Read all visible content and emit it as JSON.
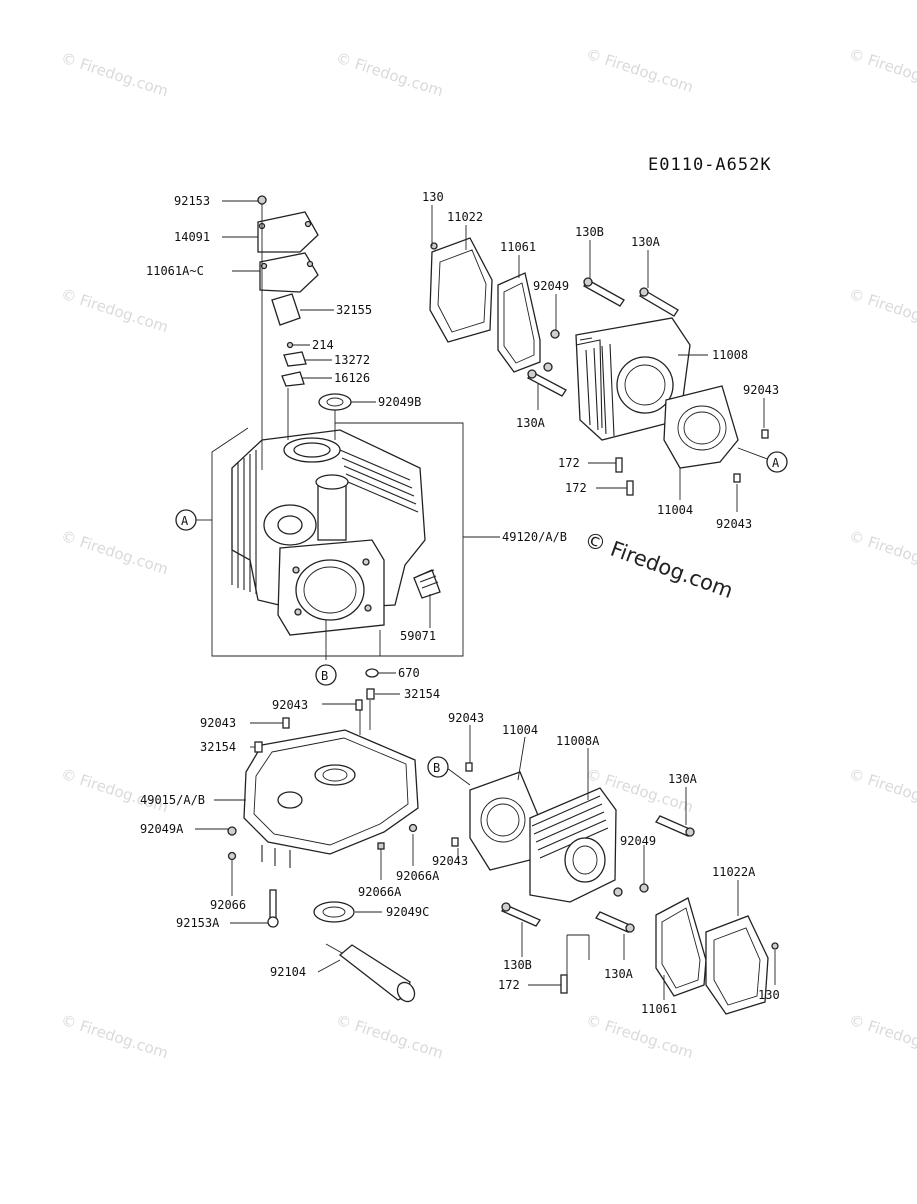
{
  "diagram": {
    "code": "E0110-A652K",
    "watermark": "© Firedog.com",
    "callouts": [
      "A",
      "B",
      "A",
      "B"
    ],
    "labels": [
      {
        "id": "92153",
        "text": "92153"
      },
      {
        "id": "14091",
        "text": "14091"
      },
      {
        "id": "11061AC",
        "text": "11061A~C"
      },
      {
        "id": "32155",
        "text": "32155"
      },
      {
        "id": "214",
        "text": "214"
      },
      {
        "id": "13272",
        "text": "13272"
      },
      {
        "id": "16126",
        "text": "16126"
      },
      {
        "id": "92049B",
        "text": "92049B"
      },
      {
        "id": "49120",
        "text": "49120/A/B"
      },
      {
        "id": "59071",
        "text": "59071"
      },
      {
        "id": "670",
        "text": "670"
      },
      {
        "id": "130_top",
        "text": "130"
      },
      {
        "id": "11022",
        "text": "11022"
      },
      {
        "id": "11061_top",
        "text": "11061"
      },
      {
        "id": "130B_top",
        "text": "130B"
      },
      {
        "id": "130A_top",
        "text": "130A"
      },
      {
        "id": "92049_top",
        "text": "92049"
      },
      {
        "id": "11008",
        "text": "11008"
      },
      {
        "id": "92043_r1",
        "text": "92043"
      },
      {
        "id": "130A_mid",
        "text": "130A"
      },
      {
        "id": "172_a",
        "text": "172"
      },
      {
        "id": "172_b",
        "text": "172"
      },
      {
        "id": "11004_top",
        "text": "11004"
      },
      {
        "id": "92043_r2",
        "text": "92043"
      },
      {
        "id": "92043_c",
        "text": "92043"
      },
      {
        "id": "32154_c",
        "text": "32154"
      },
      {
        "id": "92043_l",
        "text": "92043"
      },
      {
        "id": "32154_l",
        "text": "32154"
      },
      {
        "id": "49015",
        "text": "49015/A/B"
      },
      {
        "id": "92049A",
        "text": "92049A"
      },
      {
        "id": "92066",
        "text": "92066"
      },
      {
        "id": "92153A",
        "text": "92153A"
      },
      {
        "id": "92066A_1",
        "text": "92066A"
      },
      {
        "id": "92066A_2",
        "text": "92066A"
      },
      {
        "id": "92049C",
        "text": "92049C"
      },
      {
        "id": "92104",
        "text": "92104"
      },
      {
        "id": "92043_b1",
        "text": "92043"
      },
      {
        "id": "11004_b",
        "text": "11004"
      },
      {
        "id": "11008A",
        "text": "11008A"
      },
      {
        "id": "130A_b1",
        "text": "130A"
      },
      {
        "id": "92043_b2",
        "text": "92043"
      },
      {
        "id": "92049_b",
        "text": "92049"
      },
      {
        "id": "11022A",
        "text": "11022A"
      },
      {
        "id": "130B_b",
        "text": "130B"
      },
      {
        "id": "172_c",
        "text": "172"
      },
      {
        "id": "130A_b2",
        "text": "130A"
      },
      {
        "id": "11061_b",
        "text": "11061"
      },
      {
        "id": "130_b",
        "text": "130"
      }
    ]
  }
}
